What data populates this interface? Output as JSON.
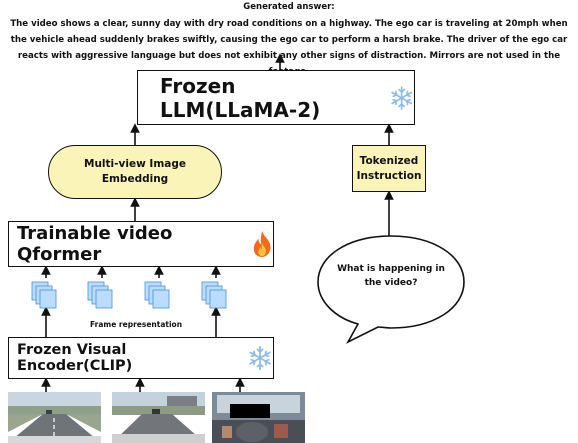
{
  "generated": {
    "title": "Generated answer:",
    "text": "The video shows a clear, sunny day with dry road conditions on a highway. The ego car is traveling at 20mph when the vehicle ahead suddenly brakes swiftly, causing the ego car to perform a harsh brake. The driver of the ego car reacts with aggressive language but does not exhibit any other signs of distraction. Mirrors are not used in the footage."
  },
  "llm": {
    "label": "Frozen LLM(LLaMA-2)",
    "icon": "snowflake-icon"
  },
  "multiview": {
    "label": "Multi-view Image Embedding"
  },
  "tokenized": {
    "label": "Tokenized Instruction"
  },
  "qformer": {
    "label": "Trainable video Qformer",
    "icon": "fire-icon"
  },
  "frame_representation": {
    "label": "Frame representation",
    "count": 4
  },
  "clip": {
    "label": "Frozen Visual Encoder(CLIP)",
    "icon": "snowflake-icon"
  },
  "question": {
    "label": "What is happening in the video?"
  },
  "colors": {
    "pill_fill": "#fbf4b8",
    "frame_fill": "#b9dcff",
    "frame_stroke": "#4a90d9",
    "snowflake": "#8fbbe6",
    "flame": "#f26b1d"
  }
}
